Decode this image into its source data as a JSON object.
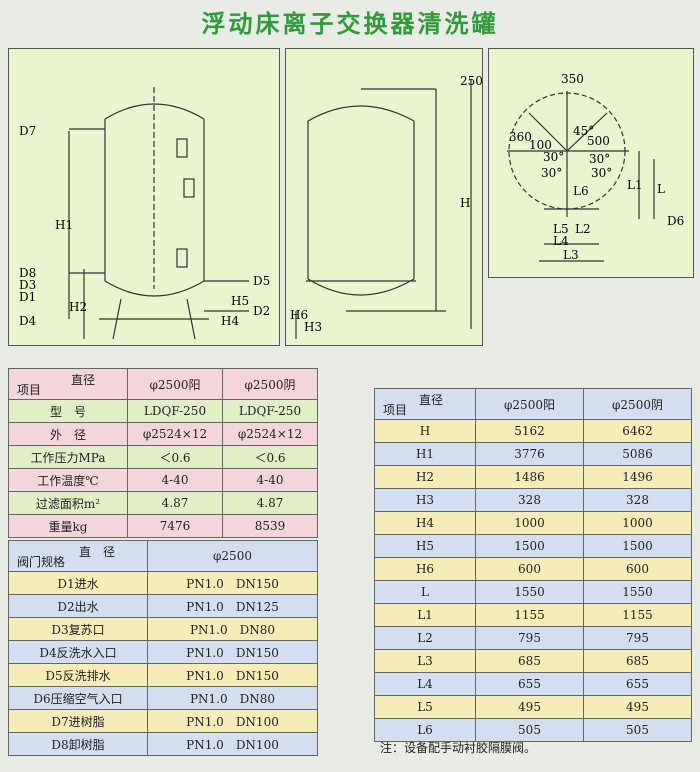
{
  "title": "浮动床离子交换器清洗罐",
  "diagram": {
    "left": {
      "labels": {
        "d7": "D7",
        "h1": "H1",
        "d8": "D8",
        "d3": "D3",
        "d1": "D1",
        "h2": "H2",
        "d4": "D4",
        "h5": "H5",
        "d5": "D5",
        "h4": "H4",
        "d2": "D2"
      }
    },
    "mid": {
      "labels": {
        "h": "H",
        "h6": "H6",
        "h3": "H3",
        "d250": "250"
      }
    },
    "right": {
      "labels": {
        "n350": "350",
        "n360": "360",
        "n45": "45°",
        "n30a": "30°",
        "n30b": "30°",
        "n30c": "30°",
        "n30d": "30°",
        "n100": "100",
        "n500": "500",
        "l1": "L1",
        "l": "L",
        "d6": "D6",
        "l5": "L5",
        "l4": "L4",
        "l2": "L2",
        "l3": "L3",
        "l6": "L6"
      }
    }
  },
  "table1": {
    "header_top": "直径",
    "header_bottom": "项目",
    "cols": [
      "φ2500阳",
      "φ2500阴"
    ],
    "rows": [
      {
        "label": "型　号",
        "v1": "LDQF-250",
        "v2": "LDQF-250"
      },
      {
        "label": "外　径",
        "v1": "φ2524×12",
        "v2": "φ2524×12"
      },
      {
        "label": "工作压力MPa",
        "v1": "＜0.6",
        "v2": "＜0.6"
      },
      {
        "label": "工作温度℃",
        "v1": "4-40",
        "v2": "4-40"
      },
      {
        "label": "过滤面积m²",
        "v1": "4.87",
        "v2": "4.87"
      },
      {
        "label": "重量kg",
        "v1": "7476",
        "v2": "8539"
      }
    ]
  },
  "table2": {
    "header_top": "直　径",
    "header_bottom": "阀门规格",
    "col": "φ2500",
    "rows": [
      {
        "label": "D1进水",
        "value": "PN1.0　DN150"
      },
      {
        "label": "D2出水",
        "value": "PN1.0　DN125"
      },
      {
        "label": "D3复苏口",
        "value": "PN1.0　DN80"
      },
      {
        "label": "D4反洗水入口",
        "value": "PN1.0　DN150"
      },
      {
        "label": "D5反洗排水",
        "value": "PN1.0　DN150"
      },
      {
        "label": "D6压缩空气入口",
        "value": "PN1.0　DN80"
      },
      {
        "label": "D7进树脂",
        "value": "PN1.0　DN100"
      },
      {
        "label": "D8卸树脂",
        "value": "PN1.0　DN100"
      }
    ]
  },
  "table3": {
    "header_top": "直径",
    "header_bottom": "项目",
    "cols": [
      "φ2500阳",
      "φ2500阴"
    ],
    "rows": [
      {
        "label": "H",
        "v1": "5162",
        "v2": "6462"
      },
      {
        "label": "H1",
        "v1": "3776",
        "v2": "5086"
      },
      {
        "label": "H2",
        "v1": "1486",
        "v2": "1496"
      },
      {
        "label": "H3",
        "v1": "328",
        "v2": "328"
      },
      {
        "label": "H4",
        "v1": "1000",
        "v2": "1000"
      },
      {
        "label": "H5",
        "v1": "1500",
        "v2": "1500"
      },
      {
        "label": "H6",
        "v1": "600",
        "v2": "600"
      },
      {
        "label": "L",
        "v1": "1550",
        "v2": "1550"
      },
      {
        "label": "L1",
        "v1": "1155",
        "v2": "1155"
      },
      {
        "label": "L2",
        "v1": "795",
        "v2": "795"
      },
      {
        "label": "L3",
        "v1": "685",
        "v2": "685"
      },
      {
        "label": "L4",
        "v1": "655",
        "v2": "655"
      },
      {
        "label": "L5",
        "v1": "495",
        "v2": "495"
      },
      {
        "label": "L6",
        "v1": "505",
        "v2": "505"
      }
    ]
  },
  "note": "注：设备配手动衬胶隔膜阀。",
  "colors": {
    "pink": "#f3d6dc",
    "yellow": "#f6ecb8",
    "blue": "#d3dff0",
    "green": "#e2efc6",
    "panel": "#e8f5cf",
    "title": "#2e9a3a"
  }
}
